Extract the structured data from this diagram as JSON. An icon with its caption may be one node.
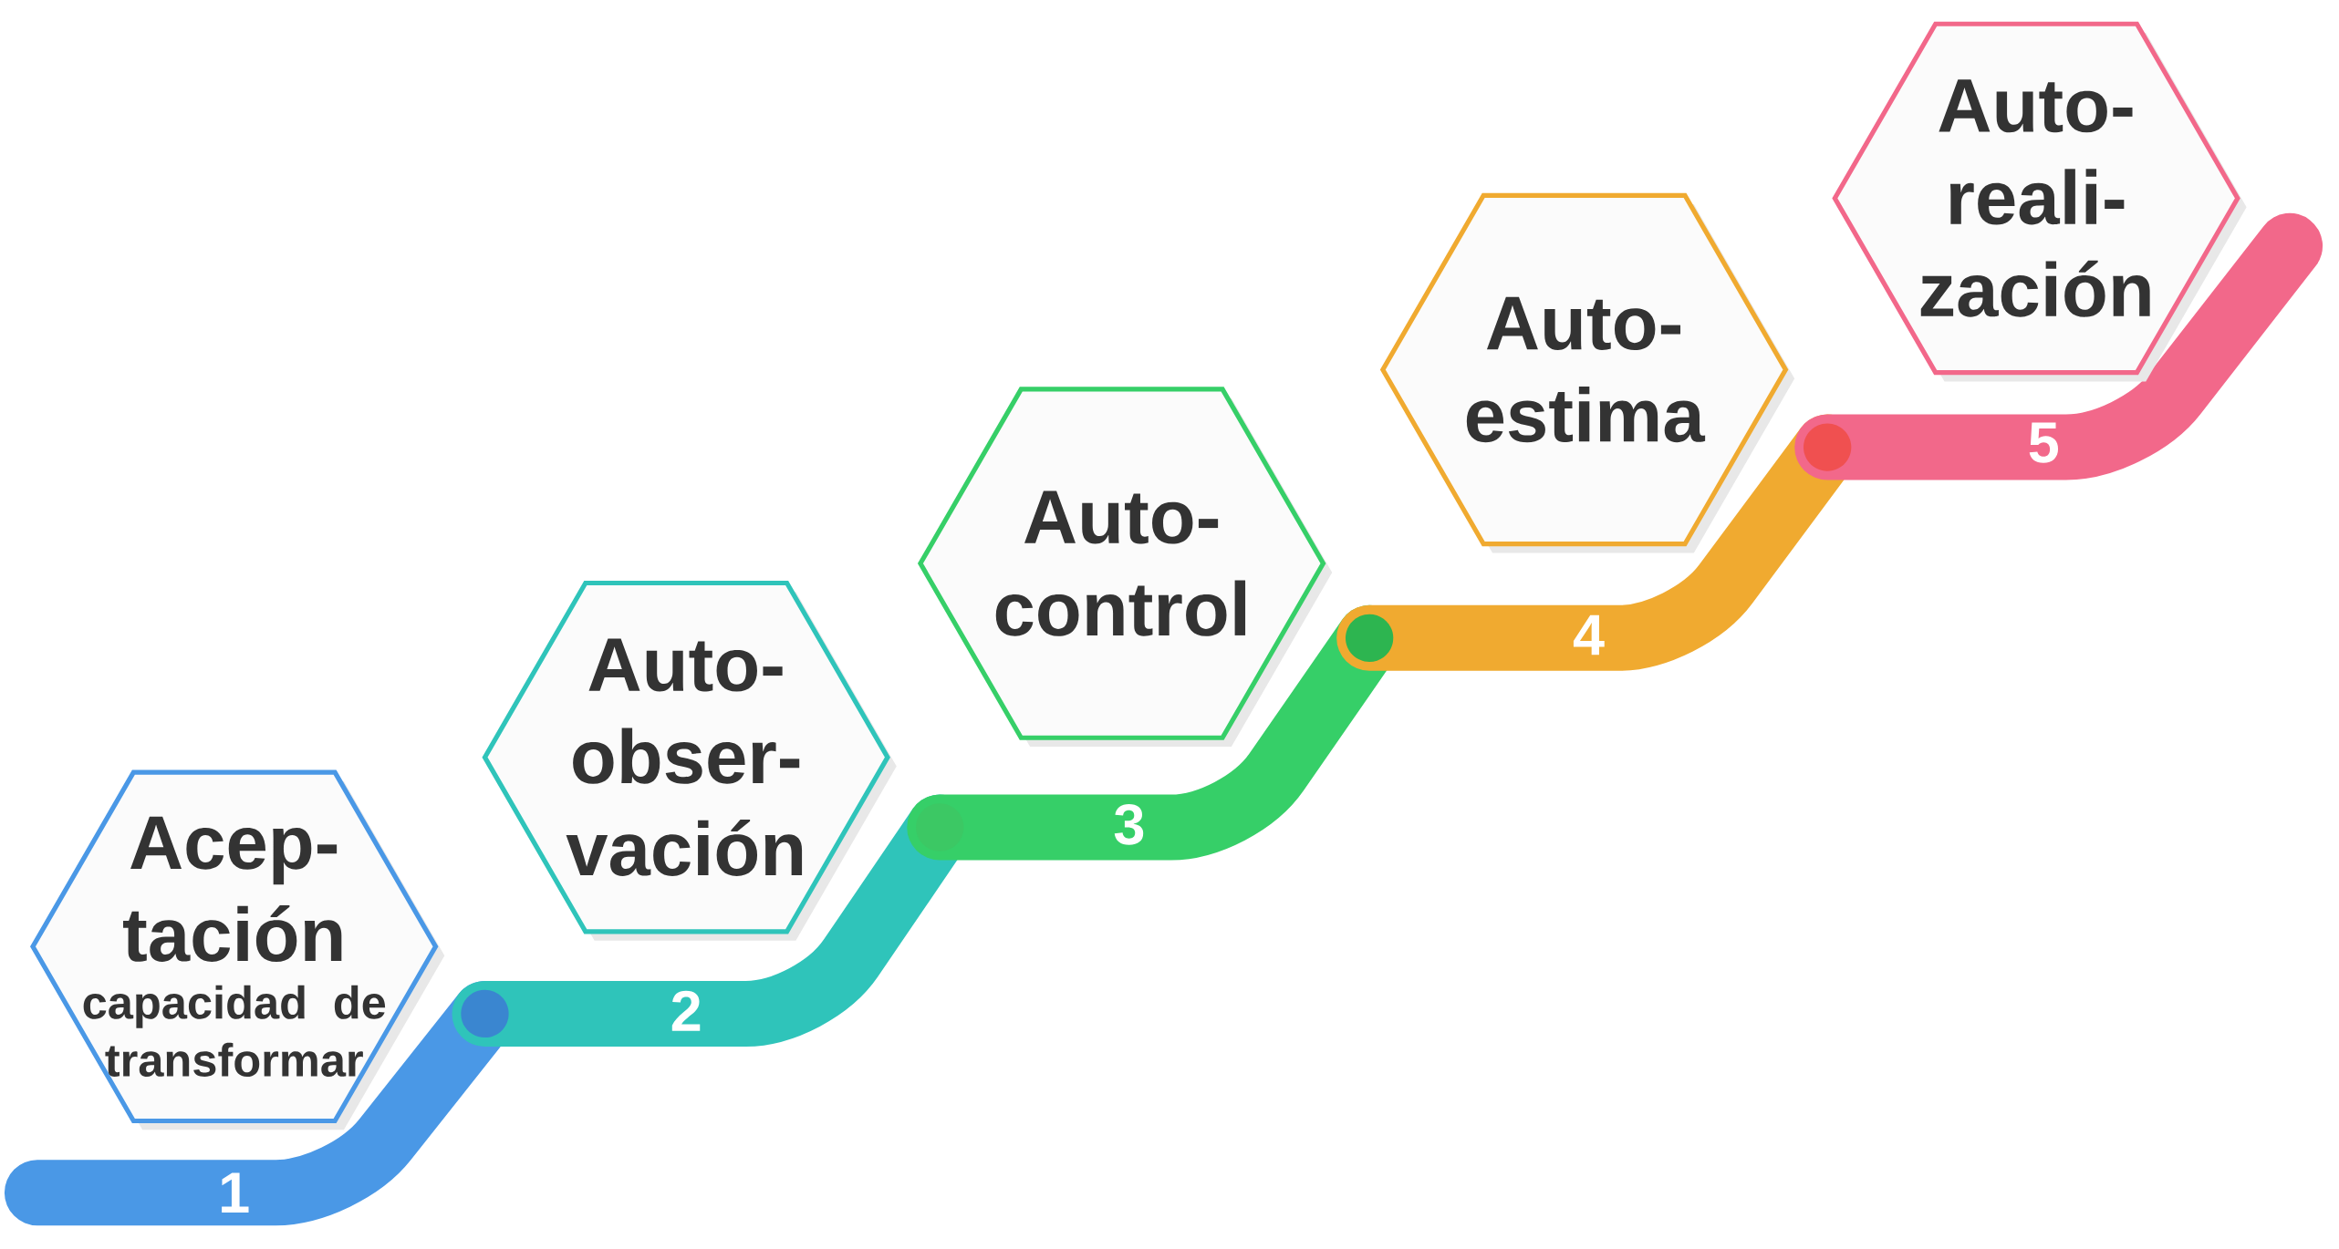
{
  "diagram": {
    "nodes": [
      {
        "text": [
          "Acep- tación",
          "capacidad de transformar"
        ]
      },
      {
        "text": [
          "Auto- obser- vación"
        ]
      },
      {
        "text": [
          "Auto- control"
        ]
      },
      {
        "text": [
          "Auto- estima"
        ]
      },
      {
        "text": [
          "Auto- reali- zación"
        ]
      }
    ],
    "labels": [
      "1",
      "2",
      "3",
      "4",
      "5"
    ]
  }
}
